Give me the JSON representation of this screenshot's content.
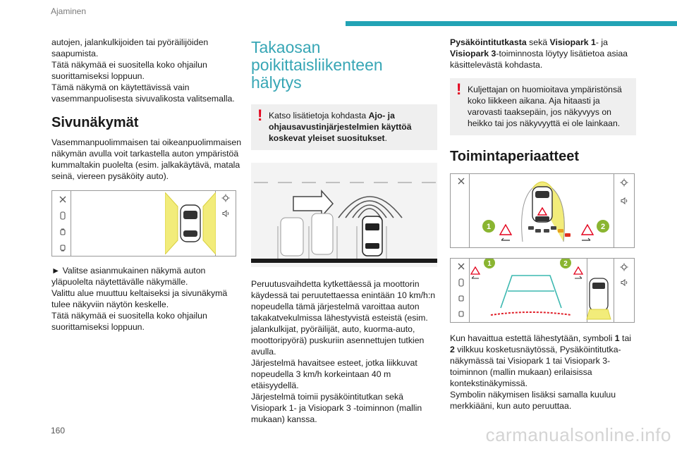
{
  "header": {
    "section": "Ajaminen",
    "accent_color": "#22a3b5"
  },
  "col1": {
    "intro": [
      "autojen, jalankulkijoiden tai pyöräilijöiden saapumista.",
      "Tätä näkymää ei suositella koko ohjailun suorittamiseksi loppuun.",
      "Tämä näkymä on käytettävissä vain vasemmanpuolisesta sivuvalikosta valitsemalla."
    ],
    "heading": "Sivunäkymät",
    "para": "Vasemmanpuolimmaisen tai oikeanpuolimmaisen näkymän avulla voit tarkastella auton ympäristöä kummaltakin puolelta (esim. jalkakäytävä, matala seinä, viereen pysäköity auto).",
    "after": [
      "► Valitse asianmukainen näkymä auton yläpuolelta näytettävälle näkymälle.",
      "Valittu alue muuttuu keltaiseksi ja sivunäkymä tulee näkyviin näytön keskelle.",
      "Tätä näkymää ei suositella koko ohjailun suorittamiseksi loppuun."
    ]
  },
  "col2": {
    "heading": "Takaosan poikittaisliikenteen hälytys",
    "note_pre": "Katso lisätietoja kohdasta ",
    "note_bold": "Ajo- ja ohjausavustinjärjestelmien käyttöä koskevat yleiset suositukset",
    "note_post": ".",
    "paras": [
      "Peruutusvaihdetta kytkettäessä ja moottorin käydessä tai peruutettaessa enintään 10 km/h:n nopeudella tämä järjestelmä varoittaa auton takakatvekulmissa lähestyvistä esteistä (esim. jalankulkijat, pyöräilijät, auto, kuorma-auto, moottoripyörä) puskuriin asennettujen tutkien avulla.",
      "Järjestelmä havaitsee esteet, jotka liikkuvat nopeudella 3 km/h korkeintaan 40 m etäisyydellä.",
      "Järjestelmä toimii pysäköintitutkan sekä Visiopark 1- ja Visiopark 3 -toiminnon (mallin mukaan) kanssa."
    ]
  },
  "col3": {
    "ref_b1": "Pysäköintitutkasta",
    "ref_t1": " sekä ",
    "ref_b2": "Visiopark 1",
    "ref_t2": "- ja ",
    "ref_b3": "Visiopark 3",
    "ref_t3": "-toiminnosta löytyy lisätietoa asiaa käsittelevästä kohdasta.",
    "warning": "Kuljettajan on huomioitava ympäristönsä koko liikkeen aikana. Aja hitaasti ja varovasti taaksepäin, jos näkyvyys on heikko tai jos näkyvyyttä ei ole lainkaan.",
    "heading": "Toimintaperiaatteet",
    "badge1": "1",
    "badge2": "2",
    "final_t1": "Kun havaittua estettä lähestytään, symboli ",
    "final_b1": "1",
    "final_t2": " tai ",
    "final_b2": "2",
    "final_t3": " vilkkuu kosketusnäytössä, Pysäköintitutka-näkymässä tai Visiopark 1 tai Visiopark 3-toiminnon (mallin mukaan) erilaisissa kontekstinäkymissä.",
    "final2": "Symbolin näkymisen lisäksi samalla kuuluu merkkiääni, kun auto peruuttaa."
  },
  "footer": {
    "page_number": "160",
    "watermark": "carmanualsonline.info"
  },
  "colors": {
    "highlight_yellow": "#f2ec7a",
    "badge_green": "#8ab531",
    "warning_red": "#e3001b",
    "heading_teal": "#37a6b5"
  }
}
